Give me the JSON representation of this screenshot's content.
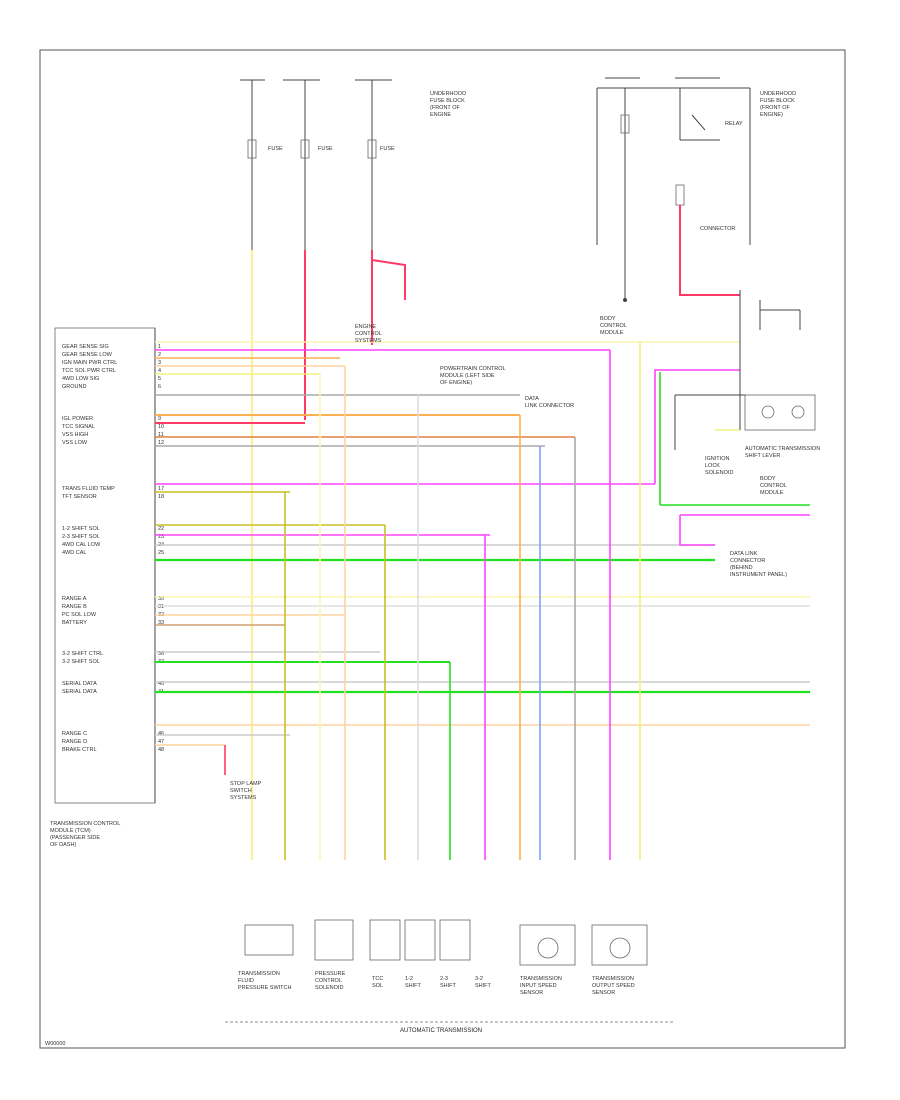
{
  "wire_colors": {
    "yellow": "#f5f07a",
    "pink": "#ff3a66",
    "red": "#ff2020",
    "magenta": "#ff44ff",
    "orange": "#ffb050",
    "lightorange": "#ffd4a0",
    "green": "#22e022",
    "olive": "#c8c020",
    "blue": "#7fa0ff",
    "gray": "#aaaaaa",
    "tan": "#cfa070",
    "lightyellow": "#fbf5b0",
    "darkorange": "#e08040"
  },
  "bottom_bar": {
    "title": "AUTOMATIC TRANSMISSION"
  },
  "figure_id": "W00000",
  "components": [
    "TRANSMISSION FLUID PRESSURE SWITCH",
    "PRESSURE CONTROL SOLENOID",
    "TCC SOLENOID",
    "1-2 SHIFT SOLENOID",
    "2-3 SHIFT SOLENOID",
    "3-2 SHIFT SOLENOID",
    "TRANSMISSION INPUT SPEED SENSOR",
    "TRANSMISSION OUTPUT SPEED SENSOR"
  ]
}
